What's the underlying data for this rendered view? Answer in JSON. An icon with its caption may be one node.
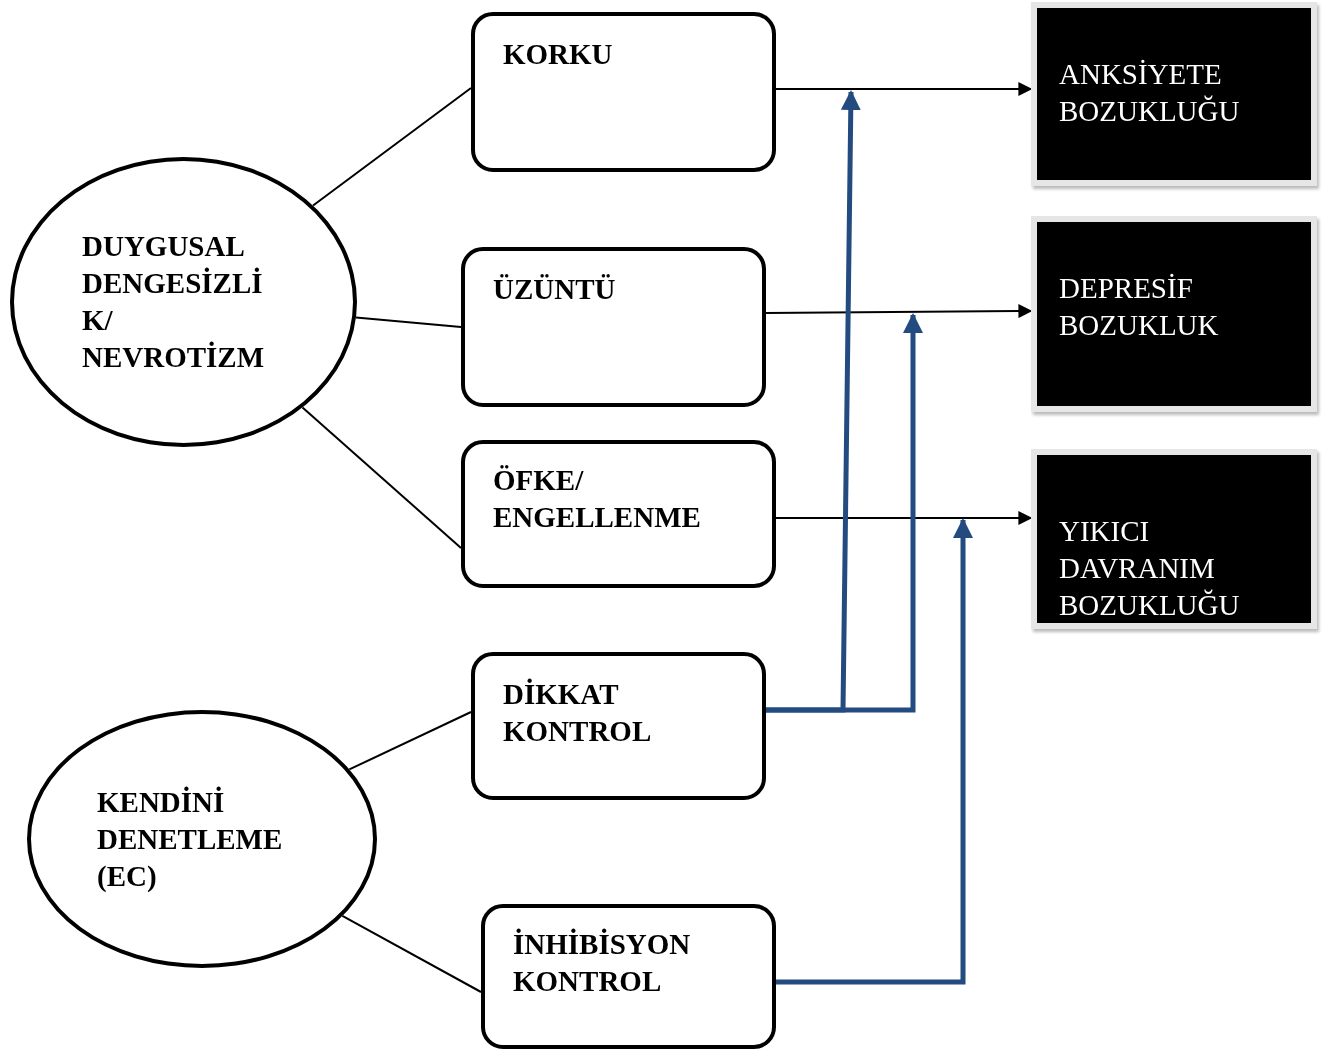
{
  "diagram": {
    "nodes": [
      {
        "text": [
          "DUYGUSAL DENGESİZLİ K/ NEVROTİZM"
        ]
      },
      {
        "text": [
          "KORKU"
        ]
      },
      {
        "text": [
          "ÜZÜNTÜ"
        ]
      },
      {
        "text": [
          "ÖFKE/ ENGELLENME"
        ]
      },
      {
        "text": [
          "DİKKAT KONTROL"
        ]
      },
      {
        "text": [
          "KENDİNİ DENETLEME (EC)"
        ]
      },
      {
        "text": [
          "İNHİBİSYON KONTROL"
        ]
      },
      {
        "text": [
          "ANKSİYETE BOZUKLUĞU"
        ]
      },
      {
        "text": [
          "DEPRESİF BOZUKLUK"
        ]
      },
      {
        "text": [
          "YIKICI DAVRANIM BOZUKLUĞU"
        ]
      }
    ],
    "edges": [
      {
        "from": 0,
        "to": 1,
        "arrow": "none"
      },
      {
        "from": 0,
        "to": 2,
        "arrow": "none"
      },
      {
        "from": 0,
        "to": 3,
        "arrow": "none"
      },
      {
        "from": 1,
        "to": 7,
        "arrow": "to"
      },
      {
        "from": 2,
        "to": 8,
        "arrow": "to"
      },
      {
        "from": 3,
        "to": 9,
        "arrow": "to"
      },
      {
        "from": 5,
        "to": 4,
        "arrow": "none"
      },
      {
        "from": 5,
        "to": 6,
        "arrow": "none"
      },
      {
        "from": 4,
        "to": null,
        "arrow": "to",
        "style": "thick",
        "color": "#234b80"
      },
      {
        "from": 4,
        "to": null,
        "arrow": "to",
        "style": "thick",
        "color": "#234b80"
      },
      {
        "from": 6,
        "to": null,
        "arrow": "to",
        "style": "thick",
        "color": "#234b80"
      }
    ]
  }
}
